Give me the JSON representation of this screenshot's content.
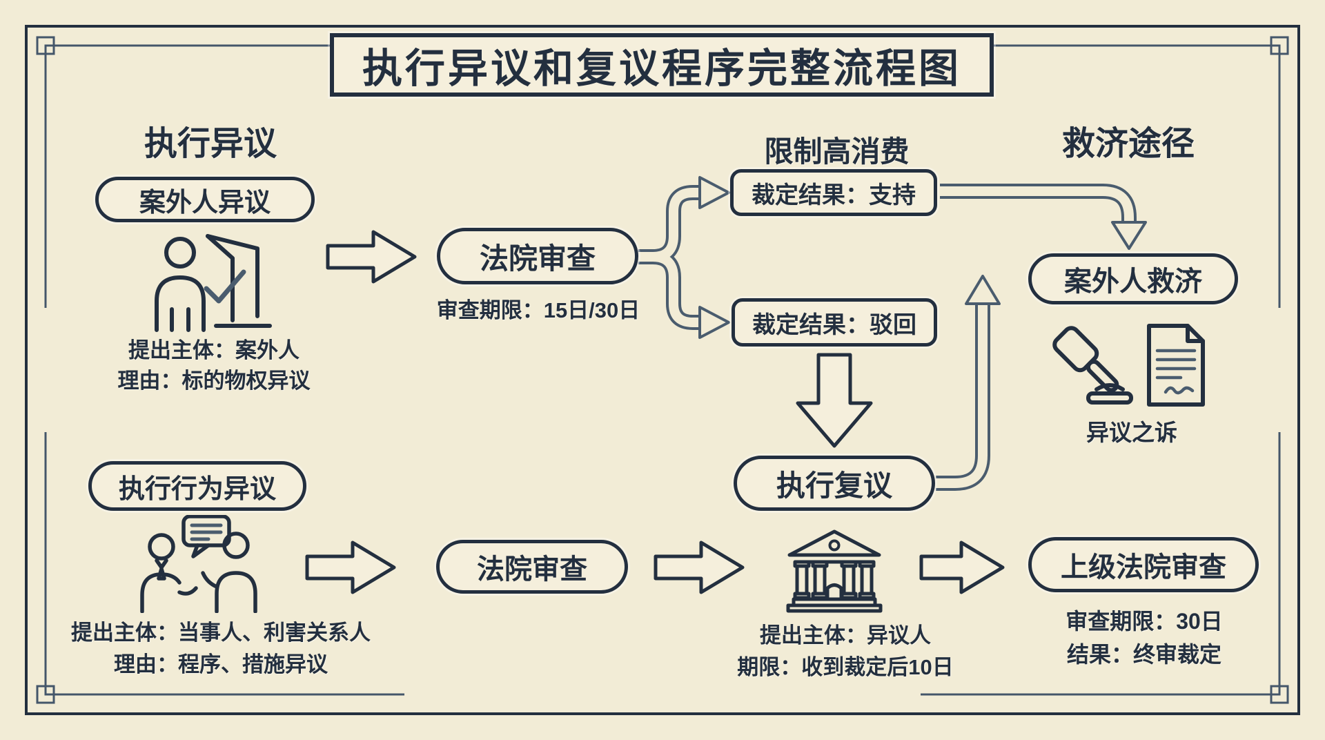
{
  "title": "执行异议和复议程序完整流程图",
  "colors": {
    "background": "#f2ecd6",
    "ink": "#232f3f",
    "slate": "#4a5c6e"
  },
  "headings": {
    "left": "执行异议",
    "limit": "限制高消费",
    "remedy": "救济途径"
  },
  "top_flow": {
    "start": "案外人异议",
    "start_icon": "person-door-check-icon",
    "details": [
      "提出主体：案外人",
      "理由：标的物权异议"
    ],
    "review": "法院审查",
    "review_note": "审查期限：15日/30日",
    "result_support": "裁定结果：支持",
    "result_reject": "裁定结果：驳回",
    "reconsideration": "执行复议"
  },
  "remedy": {
    "box": "案外人救济",
    "icons": [
      "gavel-icon",
      "signed-document-icon"
    ],
    "caption": "异议之诉"
  },
  "bottom_flow": {
    "start": "执行行为异议",
    "start_icon": "people-discussion-icon",
    "details": [
      "提出主体：当事人、利害关系人",
      "理由：程序、措施异议"
    ],
    "review": "法院审查",
    "court_icon": "courthouse-icon",
    "court_details": [
      "提出主体：异议人",
      "期限：收到裁定后10日"
    ],
    "final": "上级法院审查",
    "final_details": [
      "审查期限：30日",
      "结果：终审裁定"
    ]
  }
}
